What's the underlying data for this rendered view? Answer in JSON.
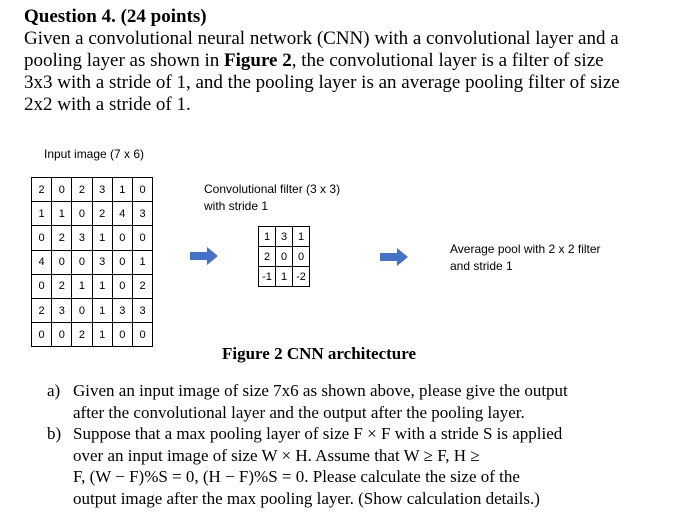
{
  "question": {
    "title": "Question 4. (24 points)",
    "para_lines": [
      [
        "Given a convolutional neural network (CNN) with a convolutional layer and a"
      ],
      [
        "pooling layer as shown in ",
        "Figure 2",
        ", the convolutional layer is a filter of size"
      ],
      [
        "3x3 with a stride of 1, and the pooling layer is an average pooling filter of size"
      ],
      [
        "2x2 with a stride of 1."
      ]
    ]
  },
  "figure": {
    "input_label": "Input image (7 x 6)",
    "input_image": [
      [
        "2",
        "0",
        "2",
        "3",
        "1",
        "0"
      ],
      [
        "1",
        "1",
        "0",
        "2",
        "4",
        "3"
      ],
      [
        "0",
        "2",
        "3",
        "1",
        "0",
        "0"
      ],
      [
        "4",
        "0",
        "0",
        "3",
        "0",
        "1"
      ],
      [
        "0",
        "2",
        "1",
        "1",
        "0",
        "2"
      ],
      [
        "2",
        "3",
        "0",
        "1",
        "3",
        "3"
      ],
      [
        "0",
        "0",
        "2",
        "1",
        "0",
        "0"
      ]
    ],
    "conv_label_lines": [
      "Convolutional filter (3 x 3)",
      "with stride 1"
    ],
    "filter": [
      [
        "1",
        "3",
        "1"
      ],
      [
        "2",
        "0",
        "0"
      ],
      [
        "-1",
        "1",
        "-2"
      ]
    ],
    "pool_label_lines": [
      "Average pool with 2 x 2 filter",
      "and stride 1"
    ],
    "caption": "Figure 2 CNN architecture",
    "arrow_color": "#4472C4"
  },
  "items": [
    {
      "marker": "a)",
      "lines": [
        "Given an input image of size 7x6 as shown above, please give the output",
        "after the convolutional layer and the output after the pooling layer."
      ]
    },
    {
      "marker": "b)",
      "lines": [
        "Suppose that a max pooling layer of size F × F with a stride S is applied",
        "over an input image of size W × H. Assume that W ≥ F, H ≥",
        "F, (W − F)%S = 0, (H − F)%S = 0. Please calculate the size of the",
        "output image after the max pooling layer. (Show calculation details.)"
      ]
    }
  ]
}
